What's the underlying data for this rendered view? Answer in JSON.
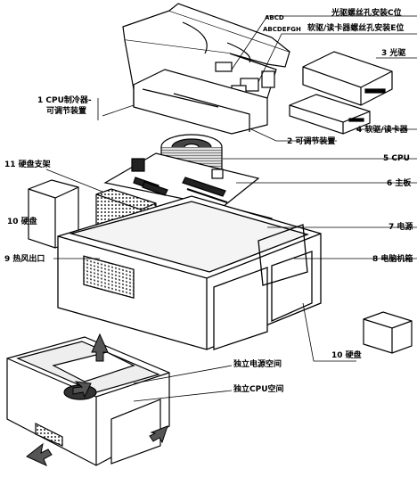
{
  "labels": {
    "cd_c_slot": "光驱螺丝孔安装C位",
    "abcd": "ABCD",
    "abcdefgh": "ABCDEFGH",
    "floppy_e_slot": "软驱/读卡器螺丝孔安装E位",
    "optical": "3 光驱",
    "cpu_cooler_line1": "1 CPU制冷器-",
    "cpu_cooler_line2": "可调节装置",
    "floppy": "4 软驱/读卡器",
    "adjustable": "2 可调节装置",
    "cpu": "5 CPU",
    "hdd_bracket": "11 硬盘支架",
    "motherboard": "6 主板",
    "hdd_left": "10 硬盘",
    "psu": "7 电源",
    "case": "8 电脑机箱",
    "vent": "9 热风出口",
    "hdd_right": "10 硬盘",
    "psu_space": "独立电源空间",
    "cpu_space": "独立CPU空间"
  }
}
